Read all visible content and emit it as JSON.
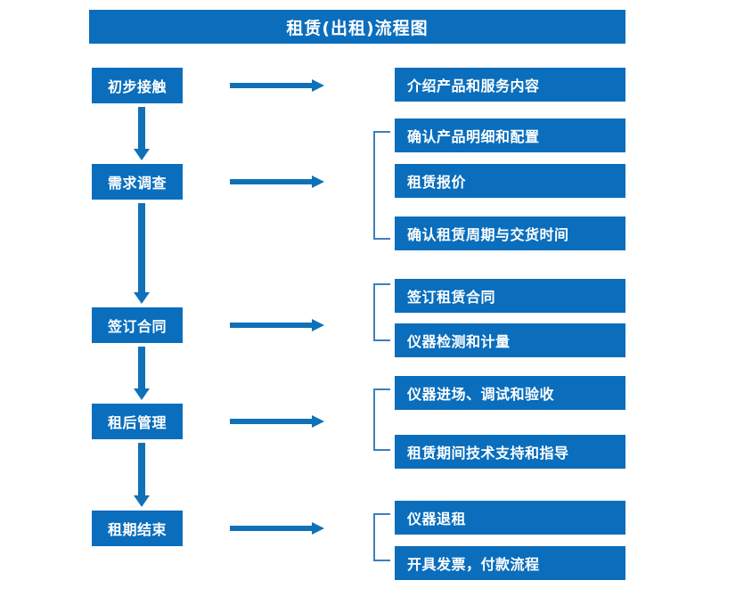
{
  "header": {
    "title": "租赁(出租)流程图"
  },
  "colors": {
    "box_blue": "#0a6ebd",
    "arrow_blue": "#1071b8",
    "bracket_blue": "#3c7fc0",
    "text_white": "#ffffff",
    "background": "#ffffff"
  },
  "stages": [
    {
      "label": "初步接触"
    },
    {
      "label": "需求调查"
    },
    {
      "label": "签订合同"
    },
    {
      "label": "租后管理"
    },
    {
      "label": "租期结束"
    }
  ],
  "details": [
    {
      "label": "介绍产品和服务内容"
    },
    {
      "label": "确认产品明细和配置"
    },
    {
      "label": "租赁报价"
    },
    {
      "label": "确认租赁周期与交货时间"
    },
    {
      "label": "签订租赁合同"
    },
    {
      "label": "仪器检测和计量"
    },
    {
      "label": "仪器进场、调试和验收"
    },
    {
      "label": "租赁期间技术支持和指导"
    },
    {
      "label": "仪器退租"
    },
    {
      "label": "开具发票，付款流程"
    }
  ],
  "chart_data": {
    "type": "diagram",
    "title": "租赁(出租)流程图",
    "diagram_kind": "flowchart",
    "orientation": "vertical-with-branches",
    "steps": [
      {
        "stage": "初步接触",
        "outputs": [
          "介绍产品和服务内容"
        ],
        "bracketed": false
      },
      {
        "stage": "需求调查",
        "outputs": [
          "确认产品明细和配置",
          "租赁报价",
          "确认租赁周期与交货时间"
        ],
        "bracketed": true
      },
      {
        "stage": "签订合同",
        "outputs": [
          "签订租赁合同",
          "仪器检测和计量"
        ],
        "bracketed": true
      },
      {
        "stage": "租后管理",
        "outputs": [
          "仪器进场、调试和验收",
          "租赁期间技术支持和指导"
        ],
        "bracketed": true
      },
      {
        "stage": "租期结束",
        "outputs": [
          "仪器退租",
          "开具发票，付款流程"
        ],
        "bracketed": true
      }
    ]
  }
}
